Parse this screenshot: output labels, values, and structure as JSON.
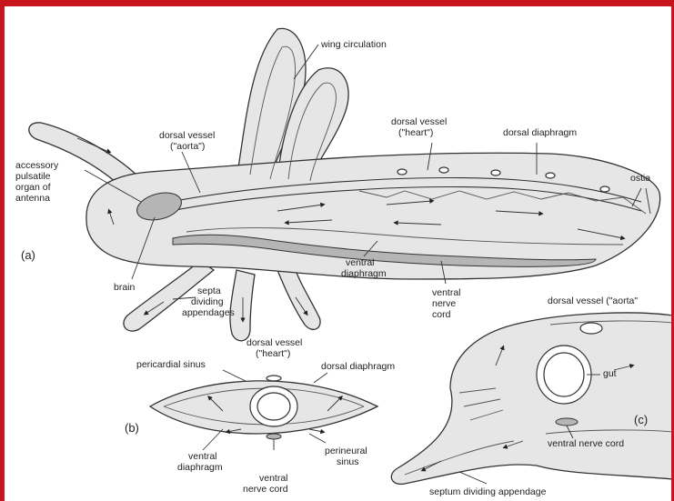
{
  "labels": {
    "wing_circulation": "wing circulation",
    "dorsal_vessel": "dorsal vessel",
    "aorta_quoted": "(\"aorta\")",
    "heart_quoted": "(\"heart\")",
    "dorsal_diaphragm": "dorsal diaphragm",
    "ostia": "ostia",
    "accessory_1": "accessory",
    "accessory_2": "pulsatile",
    "accessory_3": "organ of",
    "accessory_4": "antenna",
    "panel_a": "(a)",
    "brain": "brain",
    "ventral": "ventral",
    "diaphragm": "diaphragm",
    "nerve": "nerve",
    "cord": "cord",
    "septa": "septa",
    "dividing": "dividing",
    "appendages": "appendages",
    "pericardial_sinus": "pericardial sinus",
    "panel_b": "(b)",
    "nerve_cord": "nerve cord",
    "perineural": "perineural",
    "sinus": "sinus",
    "dorsal_vessel_aorta_c": "dorsal vessel (\"aorta\"",
    "gut": "gut",
    "panel_c": "(c)",
    "ventral_nerve_cord": "ventral nerve cord",
    "septum_dividing_appendage": "septum dividing appendage"
  },
  "colors": {
    "frame": "#c8141c",
    "hemolymph": "#e6e6e6",
    "organ": "#b5b5b5"
  }
}
